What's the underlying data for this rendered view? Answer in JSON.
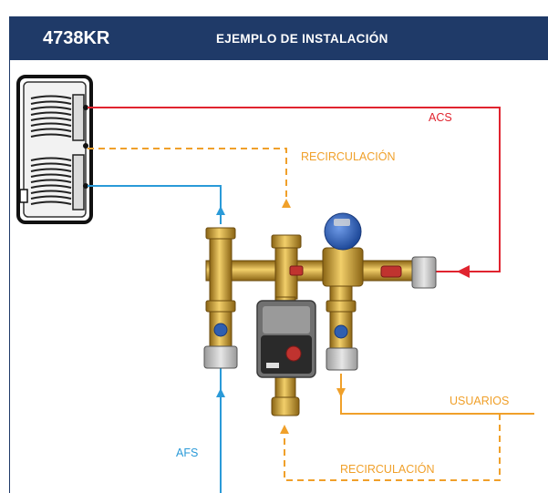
{
  "header": {
    "code": "4738KR",
    "title": "EJEMPLO DE INSTALACIÓN"
  },
  "labels": {
    "acs": "ACS",
    "recirculation_top": "RECIRCULACIÓN",
    "users": "USUARIOS",
    "afs": "AFS",
    "recirculation_bottom": "RECIRCULACIÓN"
  },
  "colors": {
    "header_bg": "#1f3a68",
    "acs": "#e0242f",
    "recirculation": "#f0a02a",
    "afs": "#2a9ad8",
    "brass": "#c8962a",
    "pump_body": "#6e6e6e",
    "valve_head": "#2f5fb0"
  },
  "icons": [
    "water-tank-icon",
    "mixing-valve-icon",
    "circulation-pump-icon"
  ]
}
